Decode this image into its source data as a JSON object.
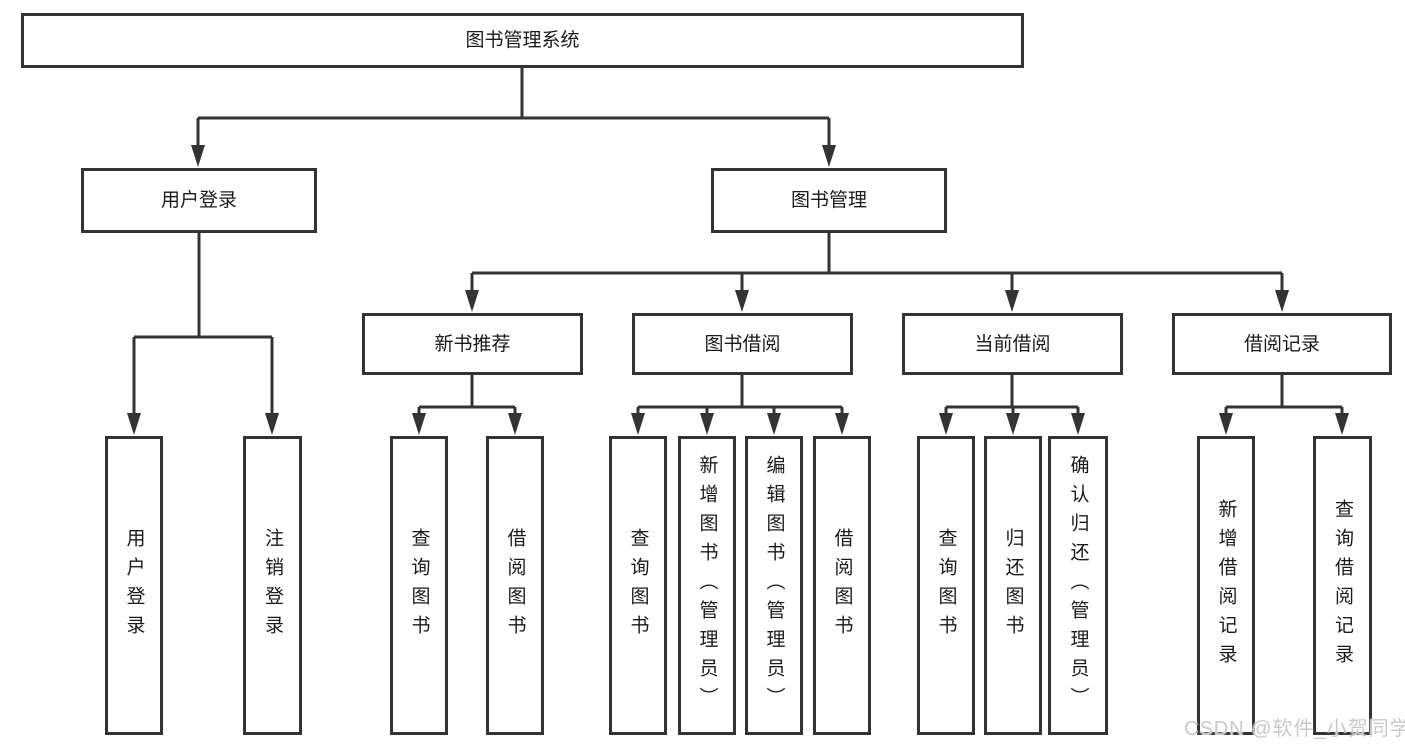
{
  "page": {
    "background": "#ffffff",
    "line_color": "#333333",
    "text_color": "#1a1a1a"
  },
  "watermark": {
    "text": "CSDN @软件_小贺同学",
    "color": "#c9c9c9"
  },
  "diagram": {
    "root": "图书管理系统",
    "branches": {
      "user_login": "用户登录",
      "book_management": "图书管理"
    },
    "modules": {
      "new_book_recommend": "新书推荐",
      "book_borrow": "图书借阅",
      "current_borrow": "当前借阅",
      "borrow_records": "借阅记录"
    },
    "leaves": {
      "user_login": [
        "用户登录",
        "注销登录"
      ],
      "new_book_recommend": [
        "查询图书",
        "借阅图书"
      ],
      "book_borrow": [
        "查询图书",
        "新增图书（管理员）",
        "编辑图书（管理员）",
        "借阅图书"
      ],
      "current_borrow": [
        "查询图书",
        "归还图书",
        "确认归还（管理员）"
      ],
      "borrow_records": [
        "新增借阅记录",
        "查询借阅记录"
      ]
    }
  }
}
